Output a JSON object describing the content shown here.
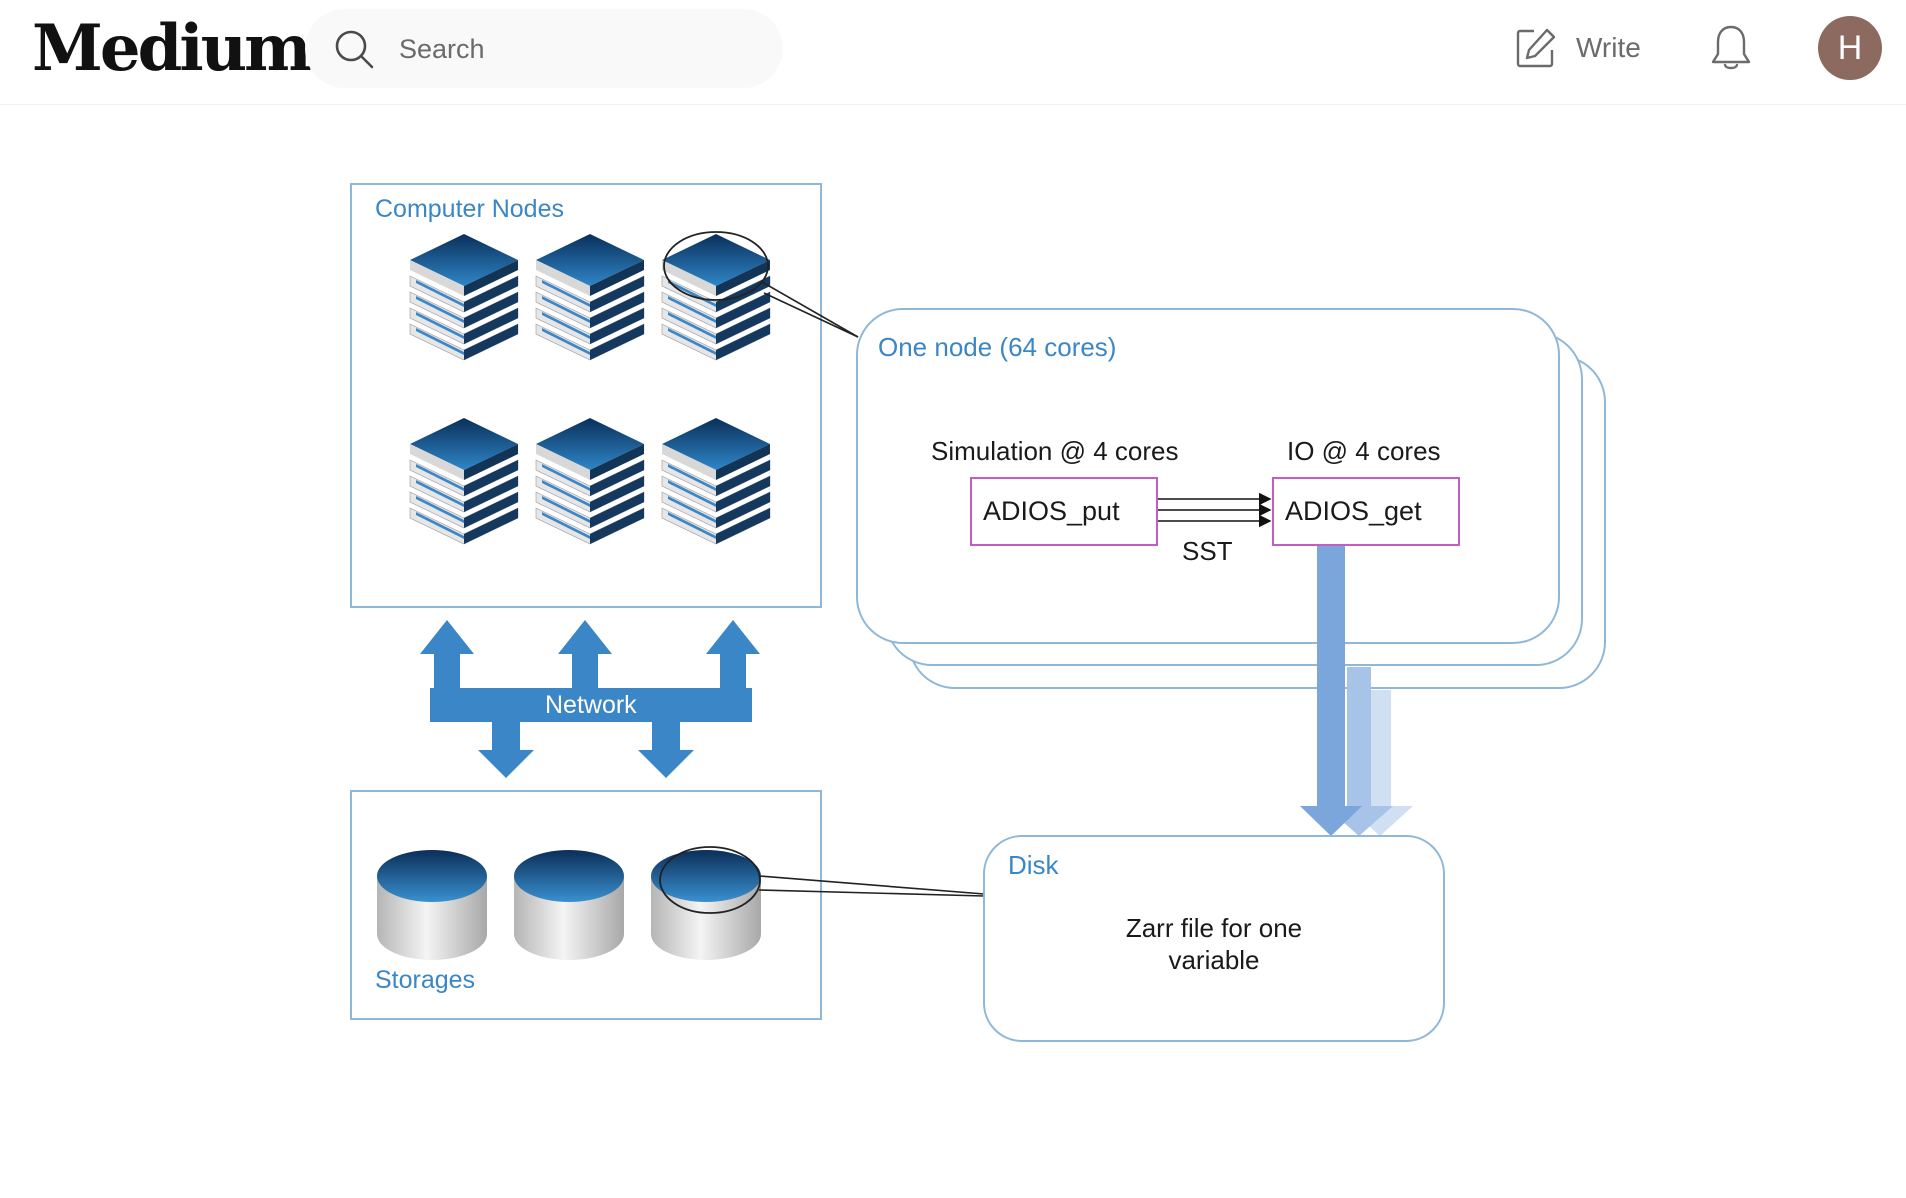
{
  "header": {
    "logo": "Medium",
    "search_placeholder": "Search",
    "write_label": "Write",
    "avatar_initial": "H"
  },
  "diagram": {
    "computer_nodes_label": "Computer Nodes",
    "network_label": "Network",
    "storages_label": "Storages",
    "one_node_label": "One node (64 cores)",
    "simulation_label": "Simulation @ 4 cores",
    "io_label": "IO @ 4 cores",
    "adios_put": "ADIOS_put",
    "adios_get": "ADIOS_get",
    "sst_label": "SST",
    "disk_label": "Disk",
    "zarr_line1": "Zarr file for one",
    "zarr_line2": "variable"
  },
  "colors": {
    "accent_blue": "#3b86c6",
    "box_border": "#8fb8d8",
    "magenta": "#c45cc6",
    "avatar_bg": "#8c6a5f"
  }
}
